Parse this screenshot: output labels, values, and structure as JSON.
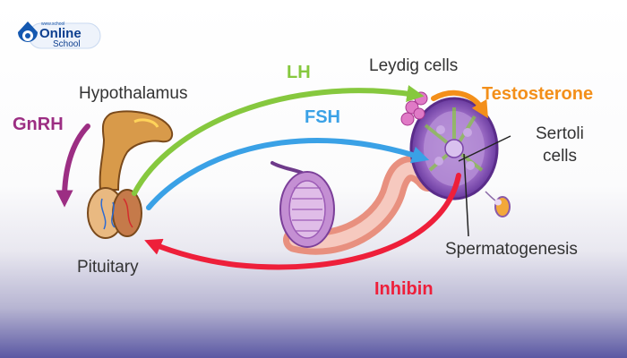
{
  "logo": {
    "top_text": "www.school",
    "brand": "Online",
    "sub": "School"
  },
  "labels": {
    "gnrh": "GnRH",
    "hypothalamus": "Hypothalamus",
    "pituitary": "Pituitary",
    "lh": "LH",
    "fsh": "FSH",
    "leydig": "Leydig cells",
    "testosterone": "Testosterone",
    "sertoli_1": "Sertoli",
    "sertoli_2": "cells",
    "spermatogenesis": "Spermatogenesis",
    "inhibin": "Inhibin"
  },
  "colors": {
    "gnrh": "#9c2e83",
    "lh": "#86c83e",
    "fsh": "#3aa1e6",
    "testosterone": "#f38f1a",
    "inhibin": "#ee1f3a",
    "text": "#333333",
    "logo": "#1458b0"
  }
}
